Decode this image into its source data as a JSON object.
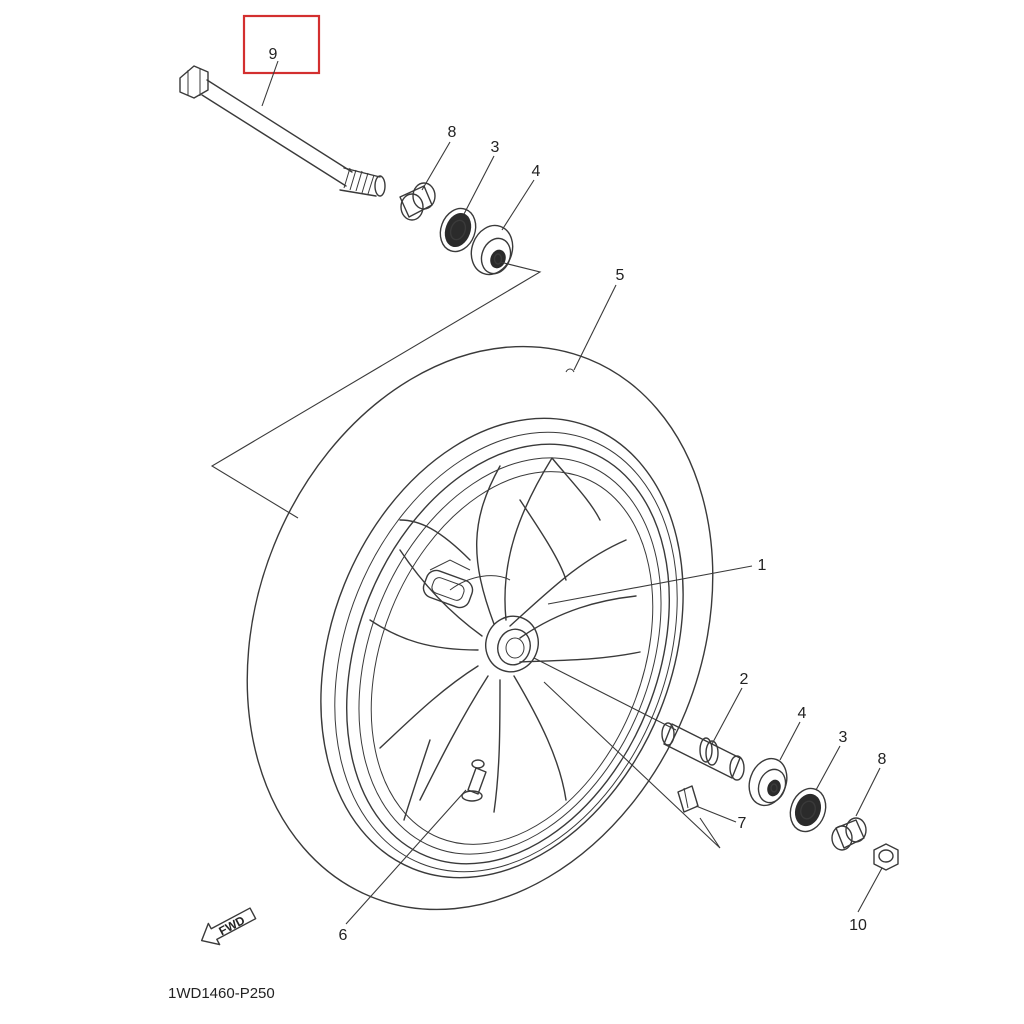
{
  "callouts": [
    {
      "id": "9",
      "text": "9"
    },
    {
      "id": "8a",
      "text": "8"
    },
    {
      "id": "3a",
      "text": "3"
    },
    {
      "id": "4a",
      "text": "4"
    },
    {
      "id": "5",
      "text": "5"
    },
    {
      "id": "1",
      "text": "1"
    },
    {
      "id": "2",
      "text": "2"
    },
    {
      "id": "4b",
      "text": "4"
    },
    {
      "id": "3b",
      "text": "3"
    },
    {
      "id": "8b",
      "text": "8"
    },
    {
      "id": "7",
      "text": "7"
    },
    {
      "id": "10",
      "text": "10"
    },
    {
      "id": "6",
      "text": "6"
    }
  ],
  "highlight_color": "#d32f2f",
  "fwd_label": "FWD",
  "diagram_code": "1WD1460-P250"
}
